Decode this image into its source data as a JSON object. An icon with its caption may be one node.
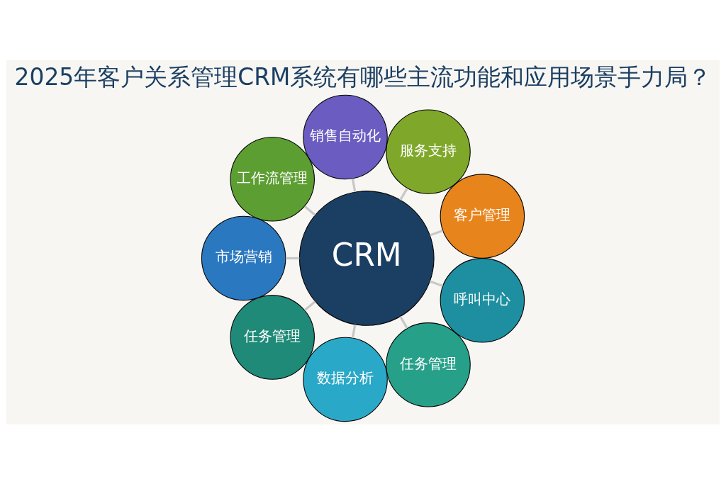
{
  "diagram": {
    "title": "2025年客户关系管理CRM系统有哪些主流功能和应用场景手力局？",
    "nodes": [
      {
        "text": [
          "CRM"
        ]
      },
      {
        "text": [
          "客户管理"
        ]
      },
      {
        "text": [
          "服务支持"
        ]
      },
      {
        "text": [
          "销售自动化"
        ]
      },
      {
        "text": [
          "工作流管理"
        ]
      },
      {
        "text": [
          "市场营销"
        ]
      },
      {
        "text": [
          "任务管理"
        ]
      },
      {
        "text": [
          "数据分析"
        ]
      },
      {
        "text": [
          "任务管理"
        ]
      },
      {
        "text": [
          "呼叫中心"
        ]
      }
    ],
    "edges": [
      {
        "from": 0,
        "to": 1,
        "arrow": "none"
      },
      {
        "from": 0,
        "to": 3,
        "arrow": "none"
      },
      {
        "from": 0,
        "to": 5,
        "arrow": "none"
      },
      {
        "from": 0,
        "to": 7,
        "arrow": "none"
      },
      {
        "from": 0,
        "to": 9,
        "arrow": "none"
      },
      {
        "from": 0,
        "to": 8,
        "arrow": "none"
      },
      {
        "from": 0,
        "to": 6,
        "arrow": "none"
      },
      {
        "from": 0,
        "to": 4,
        "arrow": "none"
      },
      {
        "from": 0,
        "to": 2,
        "arrow": "none"
      }
    ]
  }
}
